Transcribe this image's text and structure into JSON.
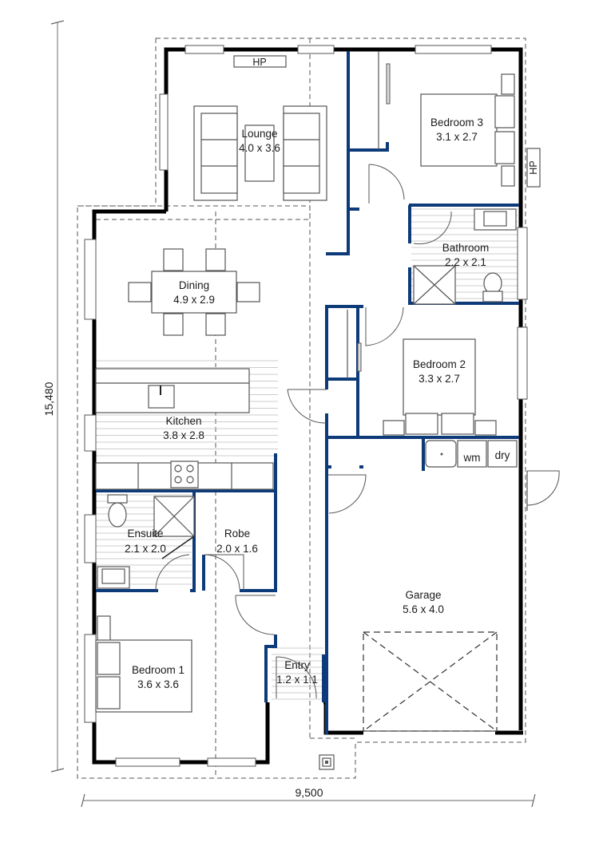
{
  "plan": {
    "overall_width_label": "9,500",
    "overall_depth_label": "15,480",
    "wall_colors": {
      "exterior": "#000000",
      "interior": "#0d3a78"
    },
    "rooms": [
      {
        "name": "Lounge",
        "size": "4.0 x 3.6"
      },
      {
        "name": "Bedroom 3",
        "size": "3.1 x 2.7"
      },
      {
        "name": "Dining",
        "size": "4.9 x 2.9"
      },
      {
        "name": "Bathroom",
        "size": "2.2 x 2.1"
      },
      {
        "name": "Bedroom 2",
        "size": "3.3 x 2.7"
      },
      {
        "name": "Kitchen",
        "size": "3.8 x 2.8"
      },
      {
        "name": "Ensuite",
        "size": "2.1 x 2.0"
      },
      {
        "name": "Robe",
        "size": "2.0 x 1.6"
      },
      {
        "name": "Garage",
        "size": "5.6 x 4.0"
      },
      {
        "name": "Bedroom 1",
        "size": "3.6 x 3.6"
      },
      {
        "name": "Entry",
        "size": "1.2 x 1.1"
      }
    ],
    "appliance_labels": {
      "heat_pump_lounge": "HP",
      "heat_pump_bedroom3": "HP",
      "washing_machine": "wm",
      "dryer": "dry"
    }
  }
}
